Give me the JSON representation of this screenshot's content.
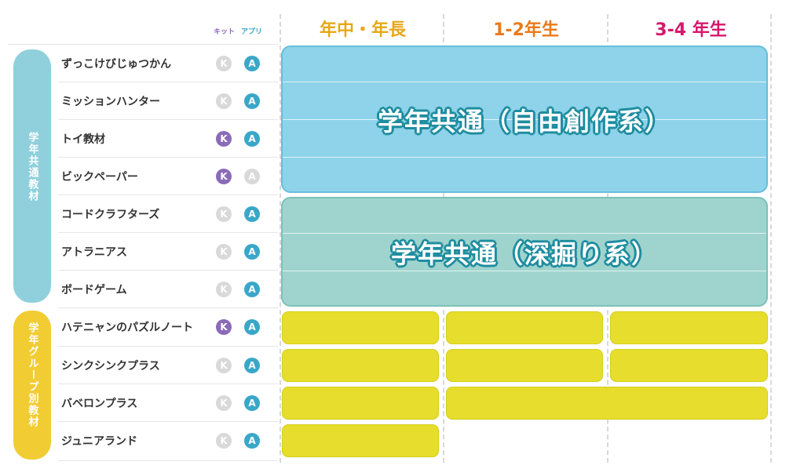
{
  "header": {
    "kit_label": "キット",
    "app_label": "アプリ",
    "grades": [
      "年中・年長",
      "1-2年生",
      "3-4 年生"
    ]
  },
  "categories": {
    "common": "学年共通教材",
    "group": "学年グループ別教材"
  },
  "rows": [
    {
      "label": "ずっこけびじゅつかん",
      "kit": "K",
      "app": "A",
      "kit_on": false,
      "app_on": true
    },
    {
      "label": "ミッションハンター",
      "kit": "K",
      "app": "A",
      "kit_on": false,
      "app_on": true
    },
    {
      "label": "トイ教材",
      "kit": "K",
      "app": "A",
      "kit_on": true,
      "app_on": true
    },
    {
      "label": "ビックペーパー",
      "kit": "K",
      "app": "A",
      "kit_on": true,
      "app_on": false
    },
    {
      "label": "コードクラフターズ",
      "kit": "K",
      "app": "A",
      "kit_on": false,
      "app_on": true
    },
    {
      "label": "アトラニアス",
      "kit": "K",
      "app": "A",
      "kit_on": false,
      "app_on": true
    },
    {
      "label": "ボードゲーム",
      "kit": "K",
      "app": "A",
      "kit_on": false,
      "app_on": true
    },
    {
      "label": "ハテニャンのパズルノート",
      "kit": "K",
      "app": "A",
      "kit_on": true,
      "app_on": true
    },
    {
      "label": "シンクシンクプラス",
      "kit": "K",
      "app": "A",
      "kit_on": false,
      "app_on": true
    },
    {
      "label": "バベロンプラス",
      "kit": "K",
      "app": "A",
      "kit_on": false,
      "app_on": true
    },
    {
      "label": "ジュニアランド",
      "kit": "K",
      "app": "A",
      "kit_on": false,
      "app_on": true
    }
  ],
  "blocks": {
    "free": "学年共通（自由創作系）",
    "deep": "学年共通（深掘り系）"
  },
  "colors": {
    "kit_active": "#8b6bb8",
    "app_active": "#3aa7c9",
    "inactive": "#d9d9d9"
  }
}
